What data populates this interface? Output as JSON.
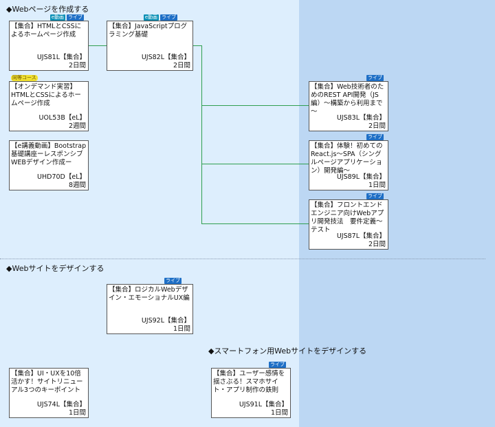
{
  "sections": {
    "web_page": "◆Webページを作成する",
    "web_site": "◆Webサイトをデザインする",
    "smartphone": "◆スマートフォン用Webサイトをデザインする"
  },
  "courses": {
    "ujs81l": {
      "title": "【集合】HTMLとCSSによるホームページ作成",
      "code": "UJS81L【集合】",
      "duration": "2日間",
      "badges": [
        "e動画",
        "ライブ"
      ]
    },
    "uol53b": {
      "title": "【オンデマンド実習】HTMLとCSSによるホームページ作成",
      "code": "UOL53B【eL】",
      "duration": "2週間",
      "badges": [
        "同等コース"
      ]
    },
    "uhd70d": {
      "title": "【e講義動画】Bootstrap基礎講座ーレスポンシブWEBデザイン作成ー",
      "code": "UHD70D【eL】",
      "duration": "8週間",
      "badges": []
    },
    "ujs82l": {
      "title": "【集合】JavaScriptプログラミング基礎",
      "code": "UJS82L【集合】",
      "duration": "2日間",
      "badges": [
        "e動画",
        "ライブ"
      ]
    },
    "ujs83l": {
      "title": "【集合】Web技術者のためのREST API開発（JS編）～構築から利用まで～",
      "code": "UJS83L【集合】",
      "duration": "2日間",
      "badges": [
        "ライブ"
      ]
    },
    "ujs89l": {
      "title": "【集合】体験！初めてのReact.js～SPA（シングルページアプリケーション）開発編～",
      "code": "UJS89L【集合】",
      "duration": "1日間",
      "badges": [
        "ライブ"
      ]
    },
    "ujs87l": {
      "title": "【集合】フロントエンドエンジニア向けWebアプリ開発技法　要件定義～テスト",
      "code": "UJS87L【集合】",
      "duration": "2日間",
      "badges": [
        "ライブ"
      ]
    },
    "ujs92l": {
      "title": "【集合】ロジカルWebデザイン・エモーショナルUX編",
      "code": "UJS92L【集合】",
      "duration": "1日間",
      "badges": [
        "ライブ"
      ]
    },
    "ujs74l": {
      "title": "【集合】UI・UXを10倍活かす！サイトリニューアル3つのキーポイント",
      "code": "UJS74L【集合】",
      "duration": "1日間",
      "badges": []
    },
    "ujs91l": {
      "title": "【集合】ユーザー感情を揺さぶる！スマホサイト・アプリ制作の鉄則",
      "code": "UJS91L【集合】",
      "duration": "1日間",
      "badges": [
        "ライブ"
      ]
    }
  },
  "colors": {
    "connector": "#2f9f4f",
    "left_bg": "#ddeefd",
    "right_bg": "#bcd7f3",
    "live_badge": "#1e6fc6"
  }
}
